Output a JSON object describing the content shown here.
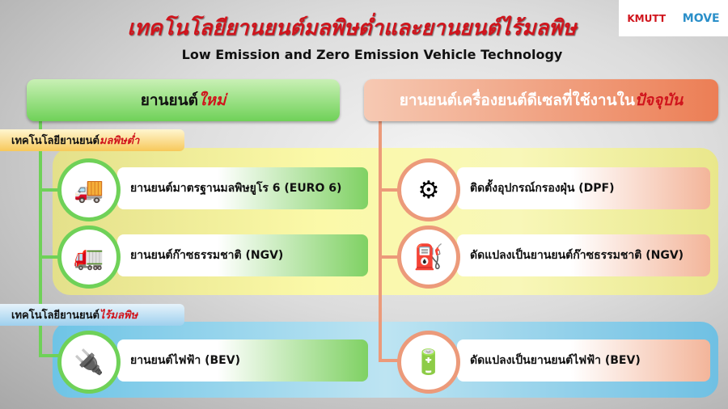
{
  "header": {
    "title": "เทคโนโลยียานยนต์มลพิษต่ำและยานยนต์ไร้มลพิษ",
    "subtitle": "Low Emission and Zero Emission Vehicle Technology",
    "logos": [
      "KMUTT",
      "MOVE"
    ]
  },
  "left": {
    "title_plain": "ยานยนต์",
    "title_highlight": "ใหม่"
  },
  "right": {
    "title_plain": "ยานยนต์เครื่องยนต์ดีเซลที่ใช้งานใน",
    "title_highlight": "ปัจจุบัน"
  },
  "sections": {
    "low": {
      "label_plain": "เทคโนโลยียานยนต์",
      "label_highlight": "มลพิษต่ำ"
    },
    "zero": {
      "label_plain": "เทคโนโลยียานยนต์",
      "label_highlight": "ไร้มลพิษ"
    }
  },
  "items": {
    "left": [
      "ยานยนต์มาตรฐานมลพิษยูโร 6 (EURO 6)",
      "ยานยนต์ก๊าซธรรมชาติ (NGV)",
      "ยานยนต์ไฟฟ้า (BEV)"
    ],
    "right": [
      "ติดตั้งอุปกรณ์กรองฝุ่น (DPF)",
      "ดัดแปลงเป็นยานยนต์ก๊าซธรรมชาติ (NGV)",
      "ดัดแปลงเป็นยานยนต์ไฟฟ้า (BEV)"
    ]
  }
}
